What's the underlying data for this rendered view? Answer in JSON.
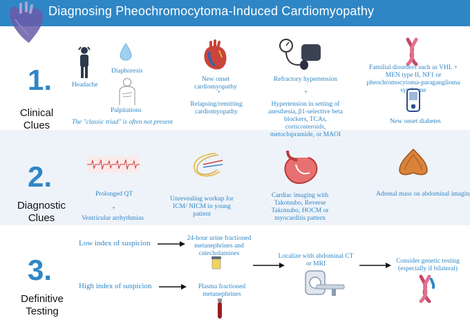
{
  "title": "Diagnosing Pheochromocytoma-Induced Cardiomyopathy",
  "colors": {
    "accent": "#2f86c5",
    "band": "#eef3f9"
  },
  "sections": [
    {
      "number": "1.",
      "label": "Clinical Clues",
      "items": {
        "headache": "Headache",
        "diaphoresis": "Diaphoresis",
        "palpitations": "Palpitations",
        "classic_triad_note": "The \"classic triad\" is often not present",
        "cardiomyopathy": "New onset cardiomyopathy",
        "plus1": "+",
        "relapsing": "Relapsing/remitting cardiomyopathy",
        "refractory_htn": "Refractory hypertension",
        "plus2": "+",
        "htn_setting": "Hypertension in setting of anesthesia, β1-selective beta blockers, TCAs, corticosteroids, metoclopramide, or MAOI",
        "familial": "Familial disorders such as VHL + MEN type II, NF1 or pheochromocytoma-paraganglioma syndrome",
        "diabetes": "New onset diabetes"
      }
    },
    {
      "number": "2.",
      "label": "Diagnostic Clues",
      "items": {
        "prolonged_qt": "Prolonged QT",
        "plus": "+",
        "ventricular": "Ventricular arrhythmias",
        "workup": "Unrevealing workup for ICM/ NICM in young patient",
        "imaging": "Cardiac imaging with Takotsubo, Reverse Takotsubo, HOCM or myocarditis pattern",
        "adrenal_mass": "Adrenal mass on abdominal imaging"
      }
    },
    {
      "number": "3.",
      "label": "Definitive Testing",
      "items": {
        "low_index": "Low index of suspicion",
        "high_index": "High index of suspicion",
        "urine_test": "24-hour urine fractioned metanephrines and catecholamines",
        "plasma_test": "Plasma fractioned metanephrines",
        "localize": "Localize with abdominal CT or MRI",
        "genetic": "Consider genetic testing (especially if bilateral)"
      }
    }
  ],
  "icons": [
    "heart-logo-icon",
    "headache-person-icon",
    "sweat-drop-icon",
    "palpitations-person-icon",
    "heart-icon",
    "blood-pressure-cuff-icon",
    "dna-chromosome-icon",
    "glucometer-icon",
    "ecg-strip-icon",
    "catheter-icon",
    "takotsubo-heart-icon",
    "adrenal-gland-icon",
    "urine-cup-icon",
    "blood-tube-icon",
    "ct-scanner-icon",
    "chromosome-icon"
  ]
}
